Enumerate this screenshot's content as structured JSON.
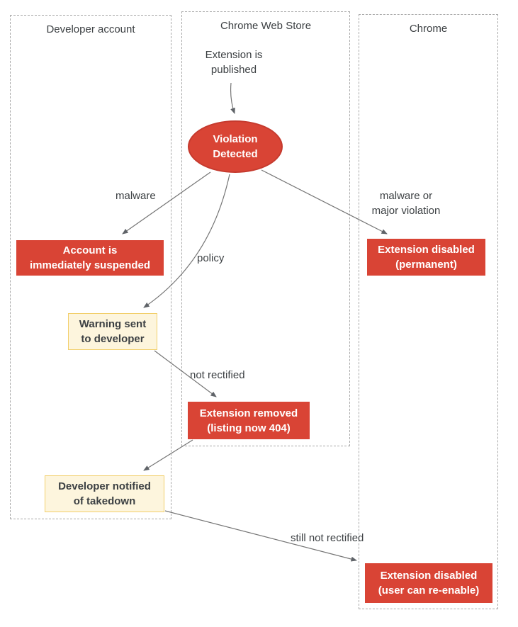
{
  "lanes": [
    {
      "title": "Developer account"
    },
    {
      "title": "Chrome Web Store"
    },
    {
      "title": "Chrome"
    }
  ],
  "nodes": {
    "published": {
      "lines": [
        "Extension is",
        "published"
      ]
    },
    "violation": {
      "lines": [
        "Violation",
        "Detected"
      ]
    },
    "account": {
      "lines": [
        "Account is",
        "immediately suspended"
      ]
    },
    "permanent": {
      "lines": [
        "Extension disabled",
        "(permanent)"
      ]
    },
    "warning": {
      "lines": [
        "Warning sent",
        "to developer"
      ]
    },
    "removed": {
      "lines": [
        "Extension removed",
        "(listing now 404)"
      ]
    },
    "notified": {
      "lines": [
        "Developer notified",
        "of takedown"
      ]
    },
    "reenable": {
      "lines": [
        "Extension disabled",
        "(user can re-enable)"
      ]
    }
  },
  "edge_labels": {
    "malware": "malware",
    "major": {
      "lines": [
        "malware or",
        "major violation"
      ]
    },
    "policy": "policy",
    "not_rectified": "not rectified",
    "still_not_rectified": "still not rectified"
  },
  "colors": {
    "node_red_fill": "#d94435",
    "node_red_border": "#c53a2e",
    "node_yellow_fill": "#fdf5dd",
    "node_yellow_border": "#f2cf6b",
    "arrow_stroke": "#757575",
    "arrowhead_fill": "#5f6368",
    "text": "#3c4043",
    "lane_border": "#a8a8a8"
  }
}
